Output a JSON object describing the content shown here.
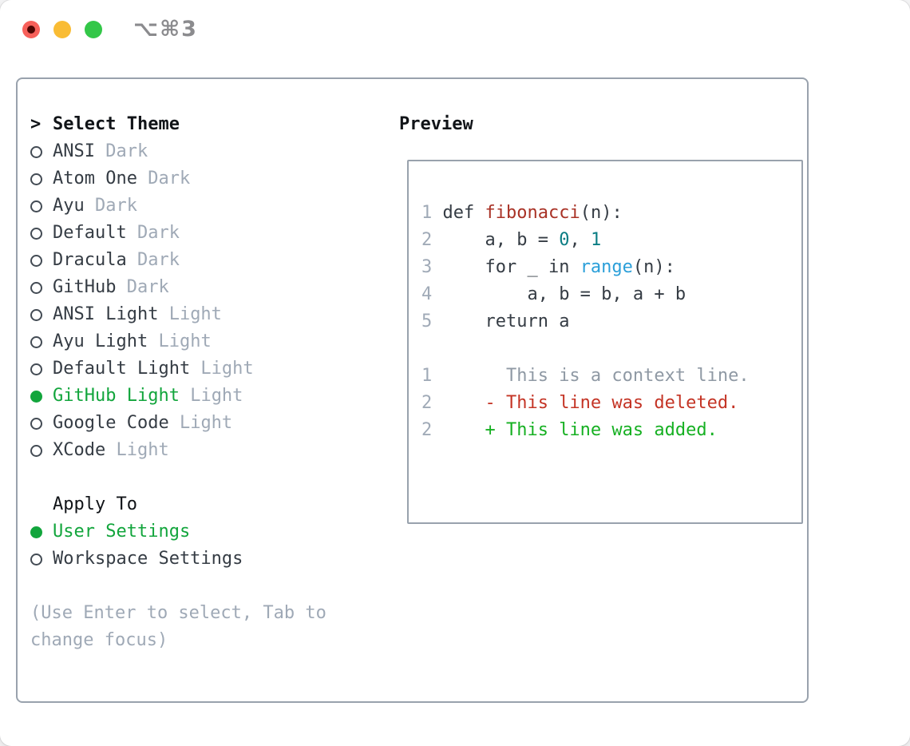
{
  "window": {
    "title": "⌥⌘3"
  },
  "colors": {
    "light_red": "#f7605a",
    "light_red_dot": "#4e0502",
    "light_yellow": "#f9bc34",
    "light_green": "#33c748",
    "title_gray": "#8b8b8e",
    "panel_border": "#99a2ad",
    "text_dark": "#353c44",
    "muted": "#9fa9b6",
    "accent_green": "#12a53c",
    "line_number": "#a0aab7",
    "function_red": "#a93226",
    "number_teal": "#0b7d84",
    "builtin_blue": "#2b9fd9",
    "context_gray": "#8f99a4",
    "deleted_red": "#c43425",
    "added_green": "#16b022"
  },
  "theme_selector": {
    "header_marker": ">",
    "header": "Select Theme",
    "items": [
      {
        "name": "ANSI",
        "variant": "Dark",
        "selected": false
      },
      {
        "name": "Atom One",
        "variant": "Dark",
        "selected": false
      },
      {
        "name": "Ayu",
        "variant": "Dark",
        "selected": false
      },
      {
        "name": "Default",
        "variant": "Dark",
        "selected": false
      },
      {
        "name": "Dracula",
        "variant": "Dark",
        "selected": false
      },
      {
        "name": "GitHub",
        "variant": "Dark",
        "selected": false
      },
      {
        "name": "ANSI Light",
        "variant": "Light",
        "selected": false
      },
      {
        "name": "Ayu Light",
        "variant": "Light",
        "selected": false
      },
      {
        "name": "Default Light",
        "variant": "Light",
        "selected": false
      },
      {
        "name": "GitHub Light",
        "variant": "Light",
        "selected": true
      },
      {
        "name": "Google Code",
        "variant": "Light",
        "selected": false
      },
      {
        "name": "XCode",
        "variant": "Light",
        "selected": false
      }
    ]
  },
  "apply_to": {
    "header": "Apply To",
    "options": [
      {
        "label": "User Settings",
        "selected": true
      },
      {
        "label": "Workspace Settings",
        "selected": false
      }
    ]
  },
  "hint_lines": [
    "(Use Enter to select, Tab to",
    "change focus)"
  ],
  "preview": {
    "header": "Preview",
    "code_lines": [
      {
        "num": "1",
        "segments": [
          {
            "text": " def ",
            "color": "code"
          },
          {
            "text": "fibonacci",
            "color": "func"
          },
          {
            "text": "(n):",
            "color": "code"
          }
        ]
      },
      {
        "num": "2",
        "segments": [
          {
            "text": "     a, b = ",
            "color": "code"
          },
          {
            "text": "0",
            "color": "num"
          },
          {
            "text": ", ",
            "color": "code"
          },
          {
            "text": "1",
            "color": "num"
          }
        ]
      },
      {
        "num": "3",
        "segments": [
          {
            "text": "     for _ in ",
            "color": "code"
          },
          {
            "text": "range",
            "color": "builtin"
          },
          {
            "text": "(n):",
            "color": "code"
          }
        ]
      },
      {
        "num": "4",
        "segments": [
          {
            "text": "         a, b = b, a + b",
            "color": "code"
          }
        ]
      },
      {
        "num": "5",
        "segments": [
          {
            "text": "     return a",
            "color": "code"
          }
        ]
      },
      {
        "num": "",
        "segments": []
      },
      {
        "num": "1",
        "segments": [
          {
            "text": "       This is a context line.",
            "color": "context"
          }
        ]
      },
      {
        "num": "2",
        "segments": [
          {
            "text": "     - This line was deleted.",
            "color": "deleted"
          }
        ]
      },
      {
        "num": "2",
        "segments": [
          {
            "text": "     + This line was added.",
            "color": "added"
          }
        ]
      }
    ]
  }
}
